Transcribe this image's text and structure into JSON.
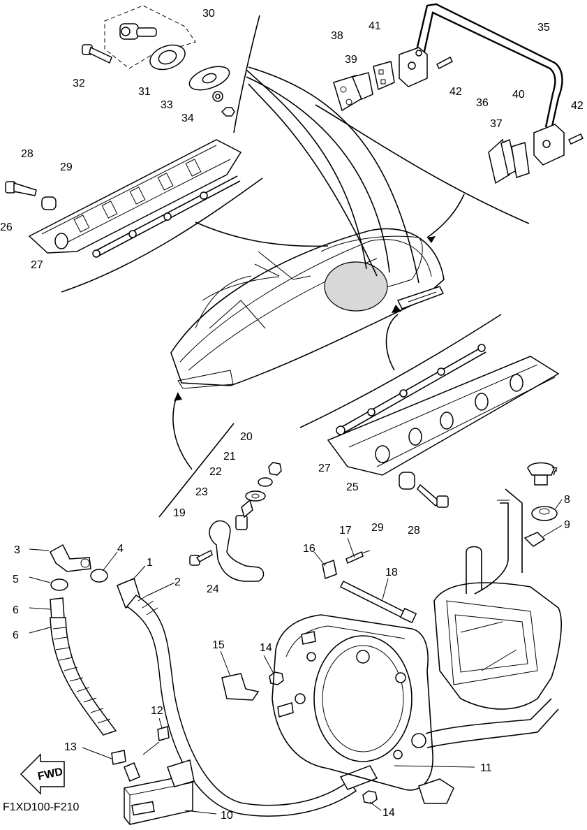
{
  "diagram_code": "F1XD100-F210",
  "fwd_label": "FWD",
  "callouts": [
    "1",
    "2",
    "3",
    "4",
    "5",
    "6",
    "6",
    "7",
    "8",
    "9",
    "10",
    "11",
    "12",
    "13",
    "14",
    "14",
    "15",
    "16",
    "17",
    "18",
    "19",
    "20",
    "21",
    "22",
    "23",
    "24",
    "25",
    "26",
    "27",
    "27",
    "28",
    "28",
    "29",
    "29",
    "30",
    "31",
    "32",
    "33",
    "34",
    "35",
    "36",
    "37",
    "38",
    "39",
    "40",
    "41",
    "42",
    "42"
  ]
}
